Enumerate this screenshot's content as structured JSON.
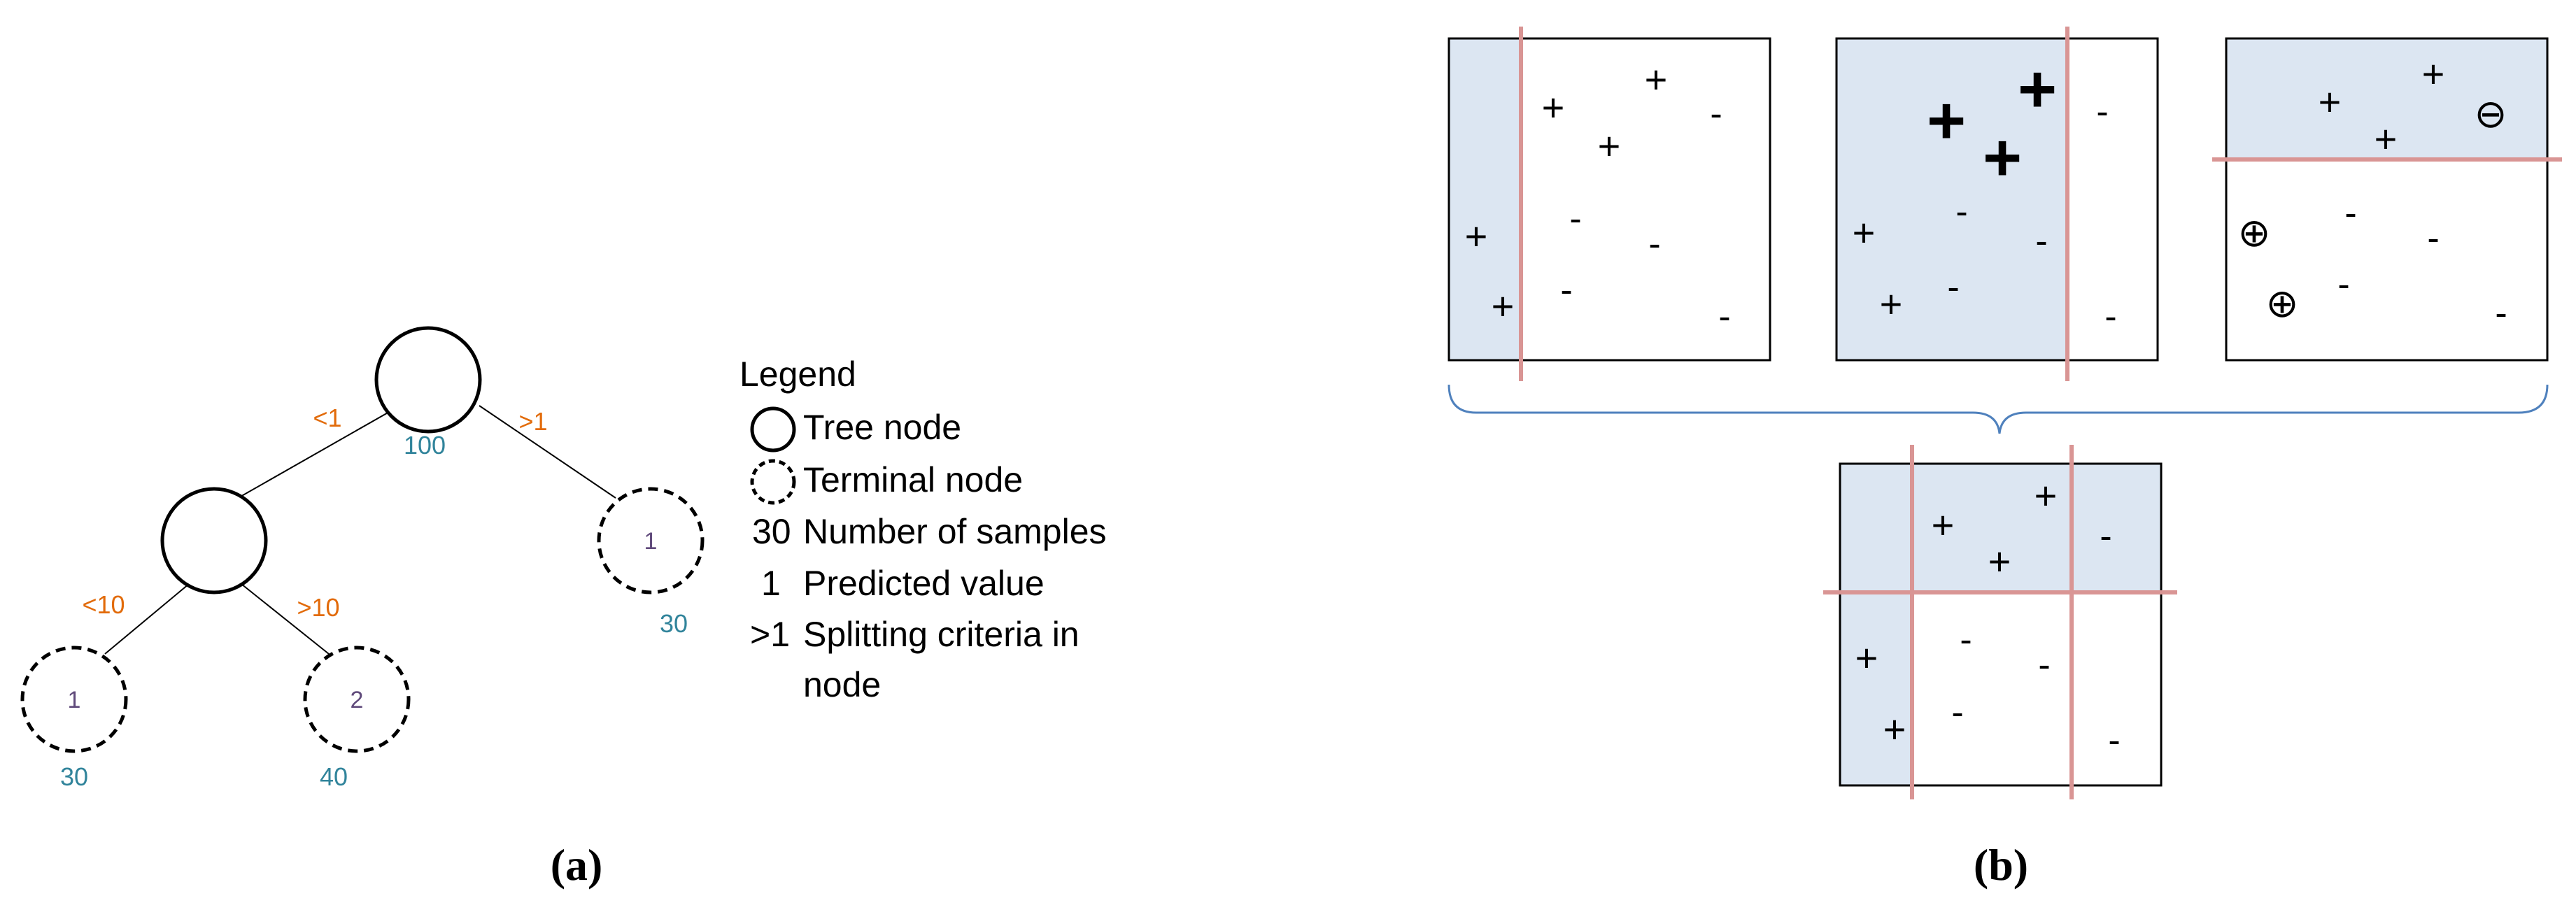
{
  "colors": {
    "splitting": "#e26b0a",
    "samples": "#31849b",
    "predicted": "#604a7b",
    "region_fill": "#dce6f2",
    "split_line": "#d99594",
    "brace": "#4f81bd"
  },
  "panel_a": {
    "caption": "(a)",
    "root": {
      "samples": "100"
    },
    "edges": {
      "root_left": "<1",
      "root_right": ">1",
      "inner_left": "<10",
      "inner_right": ">10"
    },
    "terminal_right": {
      "value": "1",
      "samples": "30"
    },
    "terminal_left_left": {
      "value": "1",
      "samples": "30"
    },
    "terminal_left_right": {
      "value": "2",
      "samples": "40"
    },
    "legend": {
      "title": "Legend",
      "tree_node": "Tree node",
      "terminal_node": "Terminal node",
      "samples_key": "30",
      "samples_label": "Number of samples",
      "predicted_key": "1",
      "predicted_label": "Predicted value",
      "splitting_key": ">1",
      "splitting_label_line1": "Splitting criteria in",
      "splitting_label_line2": "node"
    }
  },
  "panel_b": {
    "caption": "(b)",
    "plus": "+",
    "minus": "-",
    "circled_plus": "⊕",
    "circled_minus": "⊖"
  }
}
